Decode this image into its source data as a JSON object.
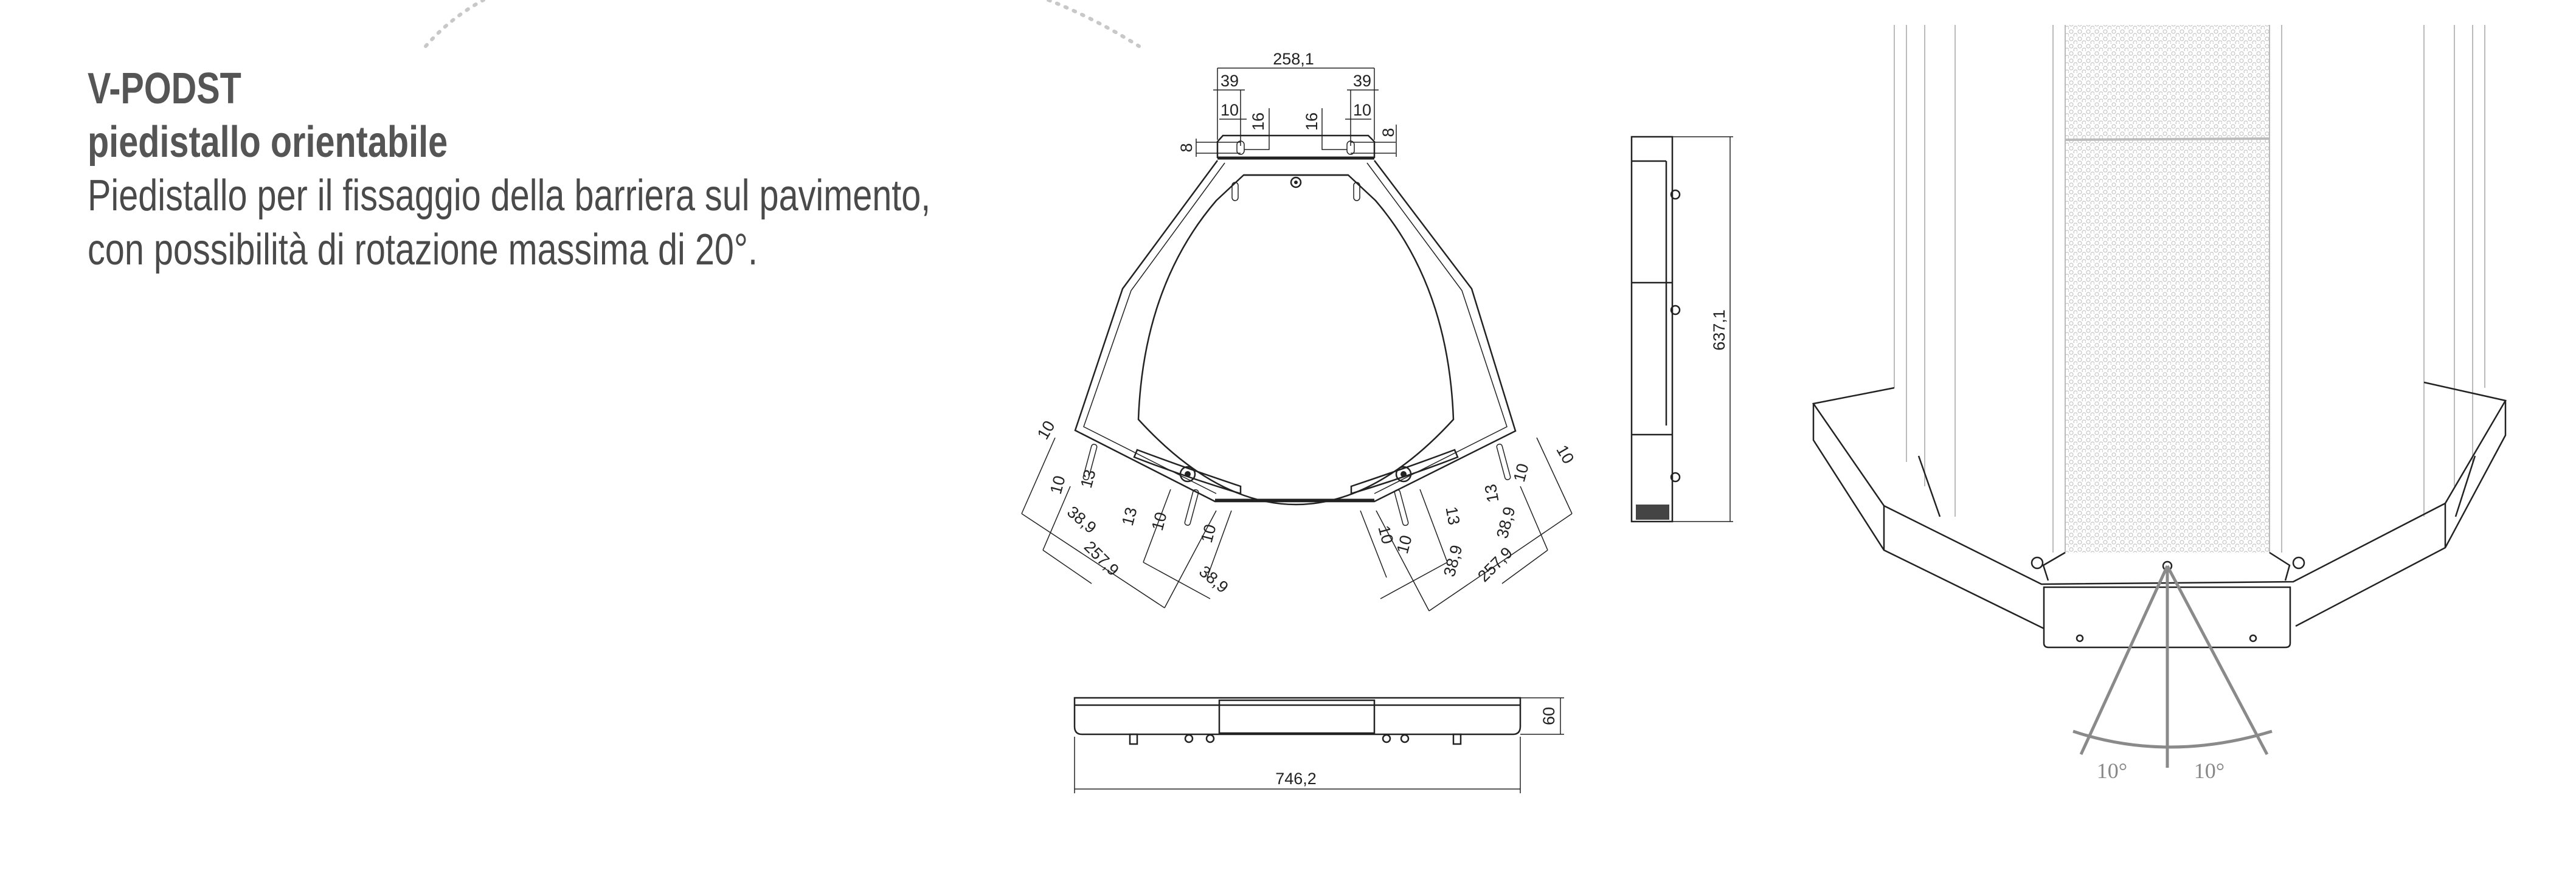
{
  "product": {
    "code": "V-PODST",
    "name": "piedistallo orientabile",
    "description_lines": [
      "Piedistallo per il fissaggio della barriera sul pavimento,",
      "con possibilità di rotazione massima di 20°."
    ]
  },
  "top_view": {
    "overall_width": "258,1",
    "left_offset": "39",
    "right_offset": "39",
    "left_slot_width": "10",
    "right_slot_width": "10",
    "left_slot_length": "16",
    "right_slot_length": "16",
    "left_slot_height": "8",
    "right_slot_height": "8",
    "left_wing": [
      "10",
      "10",
      "13",
      "38,9",
      "257,9",
      "13",
      "10",
      "10",
      "38,9"
    ],
    "right_wing": [
      "10",
      "10",
      "13",
      "13",
      "10",
      "10",
      "38,9",
      "38,9",
      "257,9"
    ]
  },
  "side_view": {
    "height": "637,1"
  },
  "front_view": {
    "length": "746,2",
    "thickness": "60"
  },
  "rotation_view": {
    "left_angle": "10°",
    "right_angle": "10°"
  },
  "colors": {
    "heading": "#555555",
    "line": "#222222",
    "angle": "#8a8a8a"
  }
}
